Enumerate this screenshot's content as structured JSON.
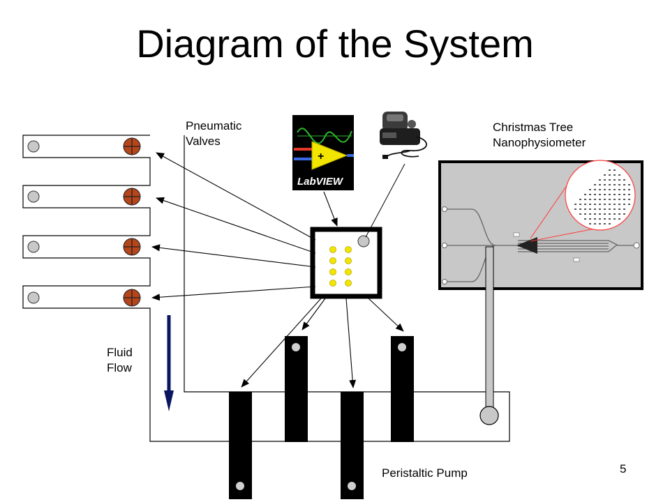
{
  "title": "Diagram of the System",
  "labels": {
    "pneumatic_valves": "Pneumatic\nValves",
    "christmas_tree": "Christmas Tree\nNanophysiometer",
    "fluid_flow": "Fluid\nFlow",
    "peristaltic_pump": "Peristaltic Pump",
    "labview_logo_text": "LabVIEW"
  },
  "page_number": "5",
  "colors": {
    "valve_marker": "#b5451b",
    "controller_dot": "#f2e600",
    "flow_arrow": "#0a1660",
    "device_bg": "#c8c8c8"
  },
  "icons": [
    "labview-logo-icon",
    "air-compressor-icon"
  ]
}
